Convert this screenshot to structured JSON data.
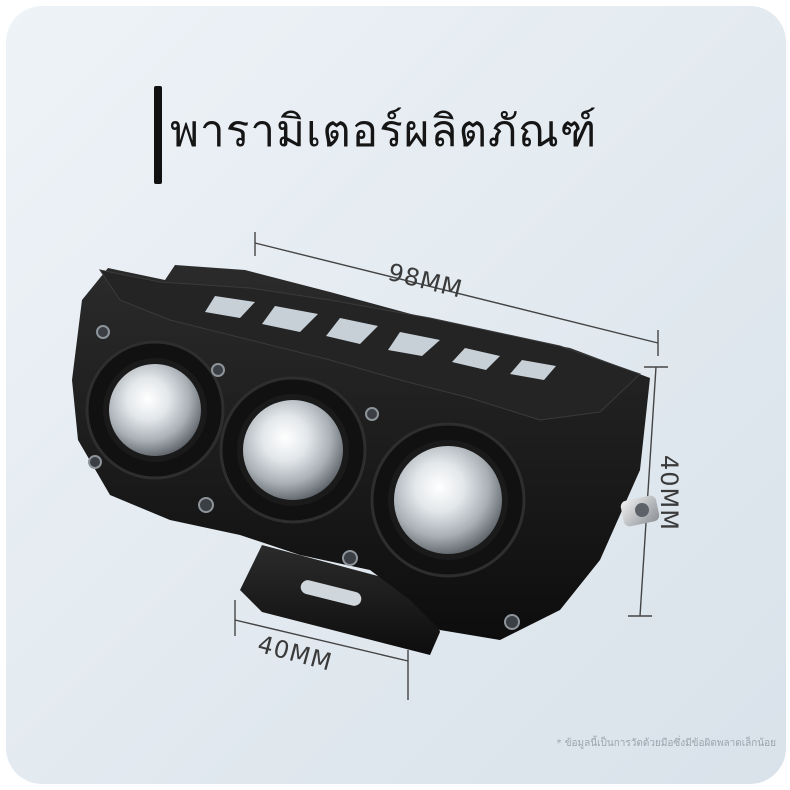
{
  "title": "พารามิเตอร์ผลิตภัณฑ์",
  "dimensions": {
    "length": "98MM",
    "height": "40MM",
    "width": "40MM"
  },
  "footnote": "* ข้อมูลนี้เป็นการวัดด้วยมือซึ่งมีข้อผิดพลาดเล็กน้อย",
  "colors": {
    "background": "#e6edf2",
    "housing": "#1b1b1b",
    "lens": "#d8dde2"
  }
}
